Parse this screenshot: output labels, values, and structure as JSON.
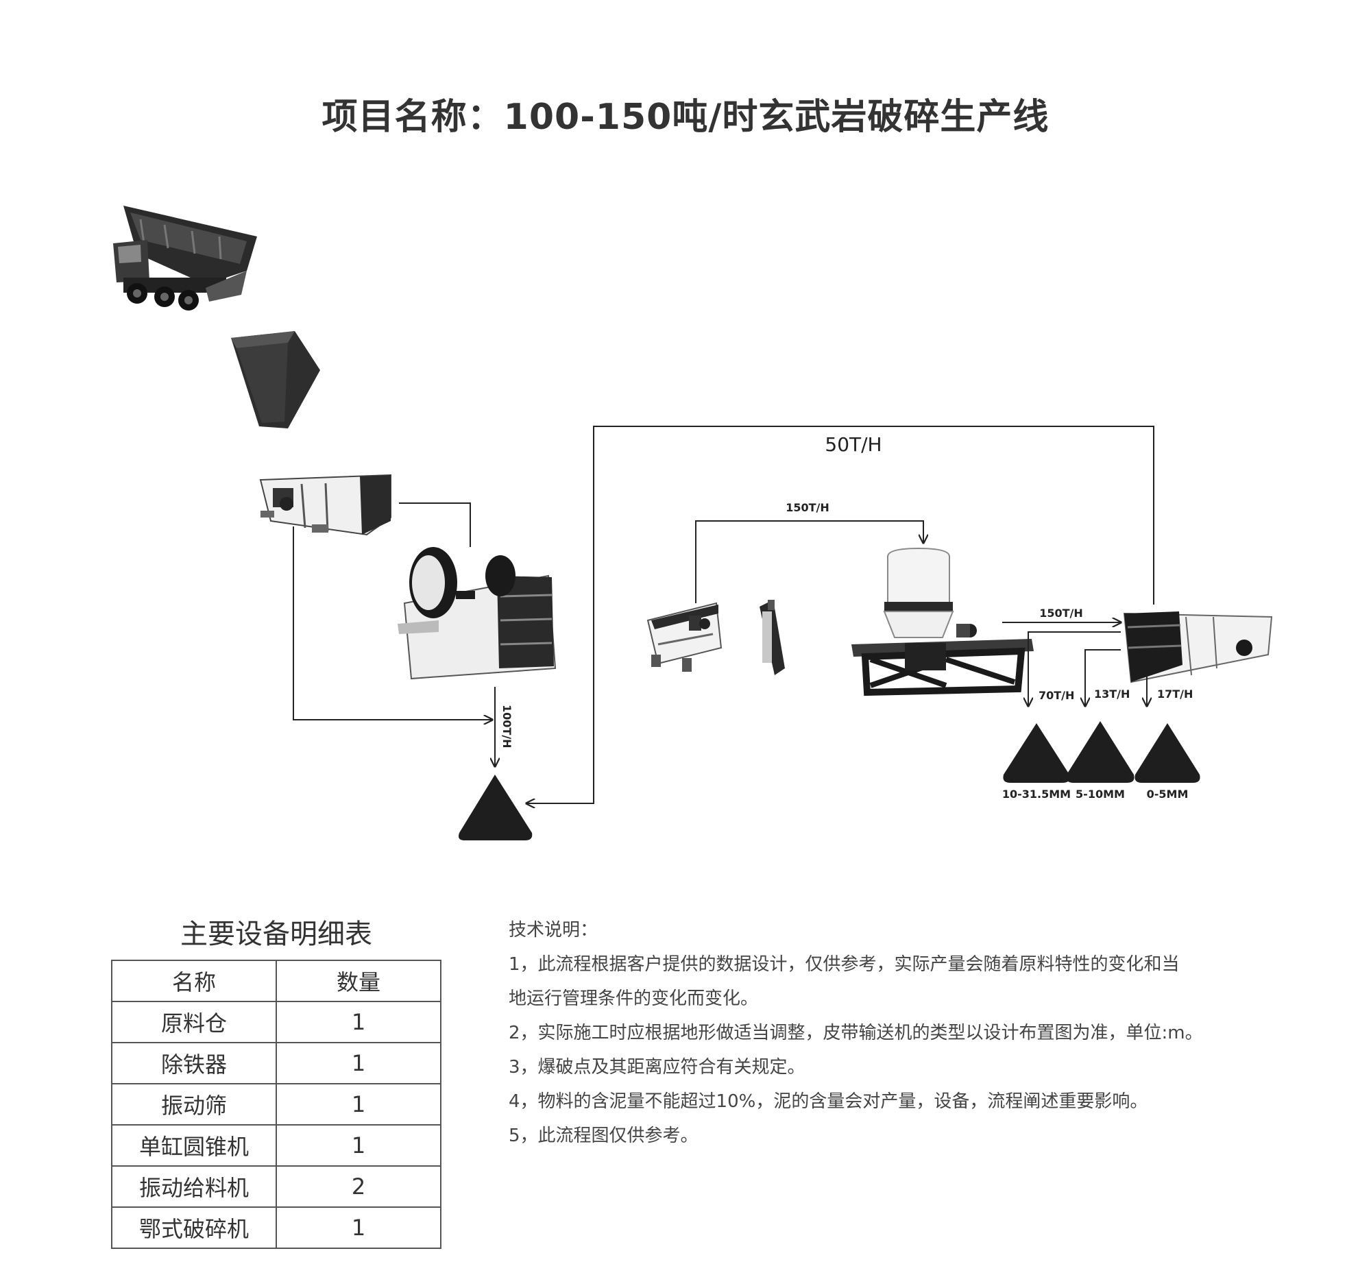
{
  "title": "项目名称：100-150吨/时玄武岩破碎生产线",
  "flow_labels": {
    "loop_50": "50T/H",
    "feeder_to_cone": "150T/H",
    "cone_to_screen": "150T/H",
    "jaw_output": "100T/H",
    "screen_out_1": "70T/H",
    "screen_out_2": "13T/H",
    "screen_out_3": "17T/H"
  },
  "products": [
    {
      "label": "10-31.5MM"
    },
    {
      "label": "5-10MM"
    },
    {
      "label": "0-5MM"
    }
  ],
  "machines": {
    "truck": "dump-truck",
    "bin": "raw-material-bin",
    "vibrating_feeder": "vibrating-feeder",
    "jaw_crusher": "jaw-crusher",
    "feeder_2": "vibrating-feeder",
    "iron_remover": "iron-remover",
    "cone_crusher": "cone-crusher",
    "screen": "vibrating-screen"
  },
  "colors": {
    "pile": "#1e1e1e",
    "line": "#222222",
    "machine_dark": "#1a1a1a",
    "machine_light": "#e8e8e8"
  },
  "equipment_table": {
    "title": "主要设备明细表",
    "headers": [
      "名称",
      "数量"
    ],
    "rows": [
      [
        "原料仓",
        "1"
      ],
      [
        "除铁器",
        "1"
      ],
      [
        "振动筛",
        "1"
      ],
      [
        "单缸圆锥机",
        "1"
      ],
      [
        "振动给料机",
        "2"
      ],
      [
        "鄂式破碎机",
        "1"
      ]
    ]
  },
  "notes": {
    "heading": "技术说明：",
    "items": [
      "1，此流程根据客户提供的数据设计，仅供参考，实际产量会随着原料特性的变化和当",
      "地运行管理条件的变化而变化。",
      "2，实际施工时应根据地形做适当调整，皮带输送机的类型以设计布置图为准，单位:m。",
      "3，爆破点及其距离应符合有关规定。",
      "4，物料的含泥量不能超过10%，泥的含量会对产量，设备，流程阐述重要影响。",
      "5，此流程图仅供参考。"
    ]
  }
}
